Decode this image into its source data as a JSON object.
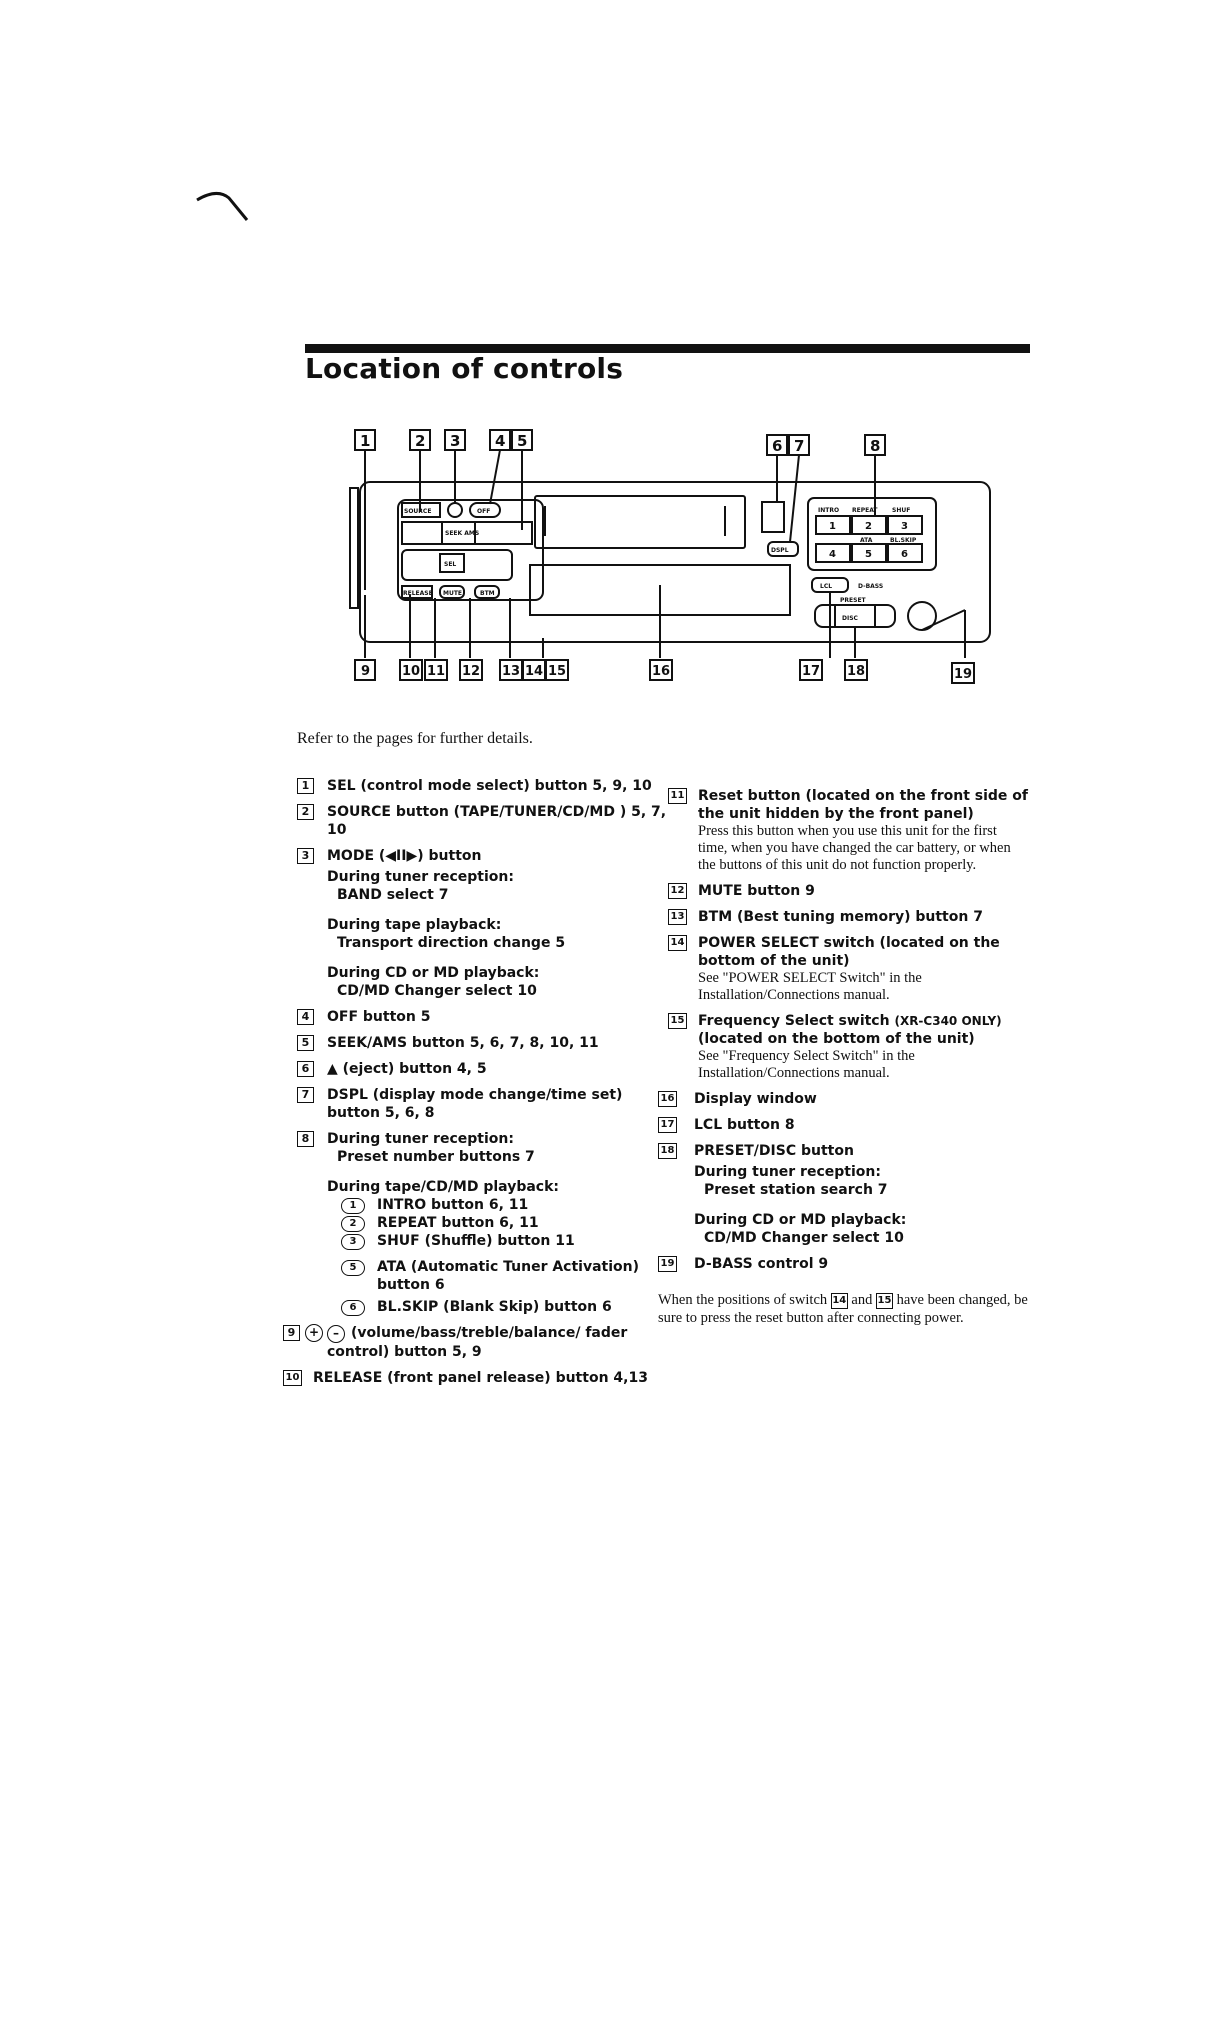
{
  "header": {
    "title": "Location of controls"
  },
  "diagram": {
    "callouts_top": [
      "1",
      "2",
      "3",
      "4",
      "5",
      "6",
      "7",
      "8"
    ],
    "callouts_bottom": [
      "9",
      "10",
      "11",
      "12",
      "13",
      "14",
      "15",
      "16",
      "17",
      "18",
      "19"
    ],
    "unit_labels": {
      "source": "SOURCE",
      "off": "OFF",
      "seek_ams": "SEEK AMS",
      "dspl": "DSPL",
      "sel": "SEL",
      "release": "RELEASE",
      "mute": "MUTE",
      "btm": "BTM",
      "intro": "INTRO",
      "repeat": "REPEAT",
      "shuf": "SHUF",
      "ata": "ATA",
      "blskip": "BL.SKIP",
      "lcl": "LCL",
      "dbass": "D-BASS",
      "preset": "PRESET",
      "disc": "DISC",
      "preset_keys": [
        "1",
        "2",
        "3",
        "4",
        "5",
        "6"
      ]
    }
  },
  "intro_text": "Refer to the pages for further details.",
  "left_items": [
    {
      "num": "1",
      "label": "SEL (control mode select) button 5, 9, 10"
    },
    {
      "num": "2",
      "label": "SOURCE button (TAPE/TUNER/CD/MD ) 5, 7, 10"
    },
    {
      "num": "3",
      "label": "MODE (◀II▶) button",
      "sub": [
        {
          "h": "During tuner reception:",
          "v": "BAND select 7"
        },
        {
          "h": "During tape playback:",
          "v": "Transport direction change 5"
        },
        {
          "h": "During CD or MD playback:",
          "v": "CD/MD Changer select 10"
        }
      ]
    },
    {
      "num": "4",
      "label": "OFF button 5"
    },
    {
      "num": "5",
      "label": "SEEK/AMS button 5, 6, 7, 8, 10, 11"
    },
    {
      "num": "6",
      "label": "▲ (eject) button 4, 5"
    },
    {
      "num": "7",
      "label": "DSPL (display mode change/time set) button 5, 6, 8"
    },
    {
      "num": "8",
      "label": "During tuner reception:",
      "sub_v": "Preset number buttons 7",
      "sub2_h": "During tape/CD/MD playback:",
      "circ_items": [
        {
          "n": "1",
          "t": "INTRO button 6, 11"
        },
        {
          "n": "2",
          "t": "REPEAT button 6, 11"
        },
        {
          "n": "3",
          "t": "SHUF (Shuffle) button 11"
        },
        {
          "n": "5",
          "t": "ATA (Automatic Tuner Activation) button 6"
        },
        {
          "n": "6",
          "t": "BL.SKIP (Blank Skip) button 6"
        }
      ]
    },
    {
      "num": "9",
      "label": "(volume/bass/treble/balance/ fader control) button 5, 9",
      "plus": "+",
      "minus": "–"
    },
    {
      "num": "10",
      "label": "RELEASE (front panel release) button 4,13"
    }
  ],
  "right_items": [
    {
      "num": "11",
      "label": "Reset button (located on the front side of the unit hidden by the front panel)",
      "note": "Press this button when you use this unit for the first time, when you have changed the car battery, or when the buttons of this unit do not function properly."
    },
    {
      "num": "12",
      "label": "MUTE button 9"
    },
    {
      "num": "13",
      "label": "BTM (Best tuning memory) button 7"
    },
    {
      "num": "14",
      "label": "POWER SELECT switch (located on the bottom of the unit)",
      "note": "See \"POWER SELECT Switch\" in the Installation/Connections manual."
    },
    {
      "num": "15",
      "label": "Frequency Select switch",
      "label_small": "(XR-C340 ONLY)",
      "label2": "(located on the bottom of the unit)",
      "note": "See \"Frequency Select Switch\" in the Installation/Connections manual."
    },
    {
      "num": "16",
      "label": "Display window"
    },
    {
      "num": "17",
      "label": "LCL button 8"
    },
    {
      "num": "18",
      "label": "PRESET/DISC button",
      "sub": [
        {
          "h": "During tuner reception:",
          "v": "Preset station search 7"
        },
        {
          "h": "During CD or MD playback:",
          "v": "CD/MD Changer select 10"
        }
      ]
    },
    {
      "num": "19",
      "label": "D-BASS control 9"
    }
  ],
  "footer": {
    "pre": "When the positions of switch",
    "n1": "14",
    "mid": "and",
    "n2": "15",
    "post": "have been changed, be sure to press the reset button after connecting power."
  }
}
